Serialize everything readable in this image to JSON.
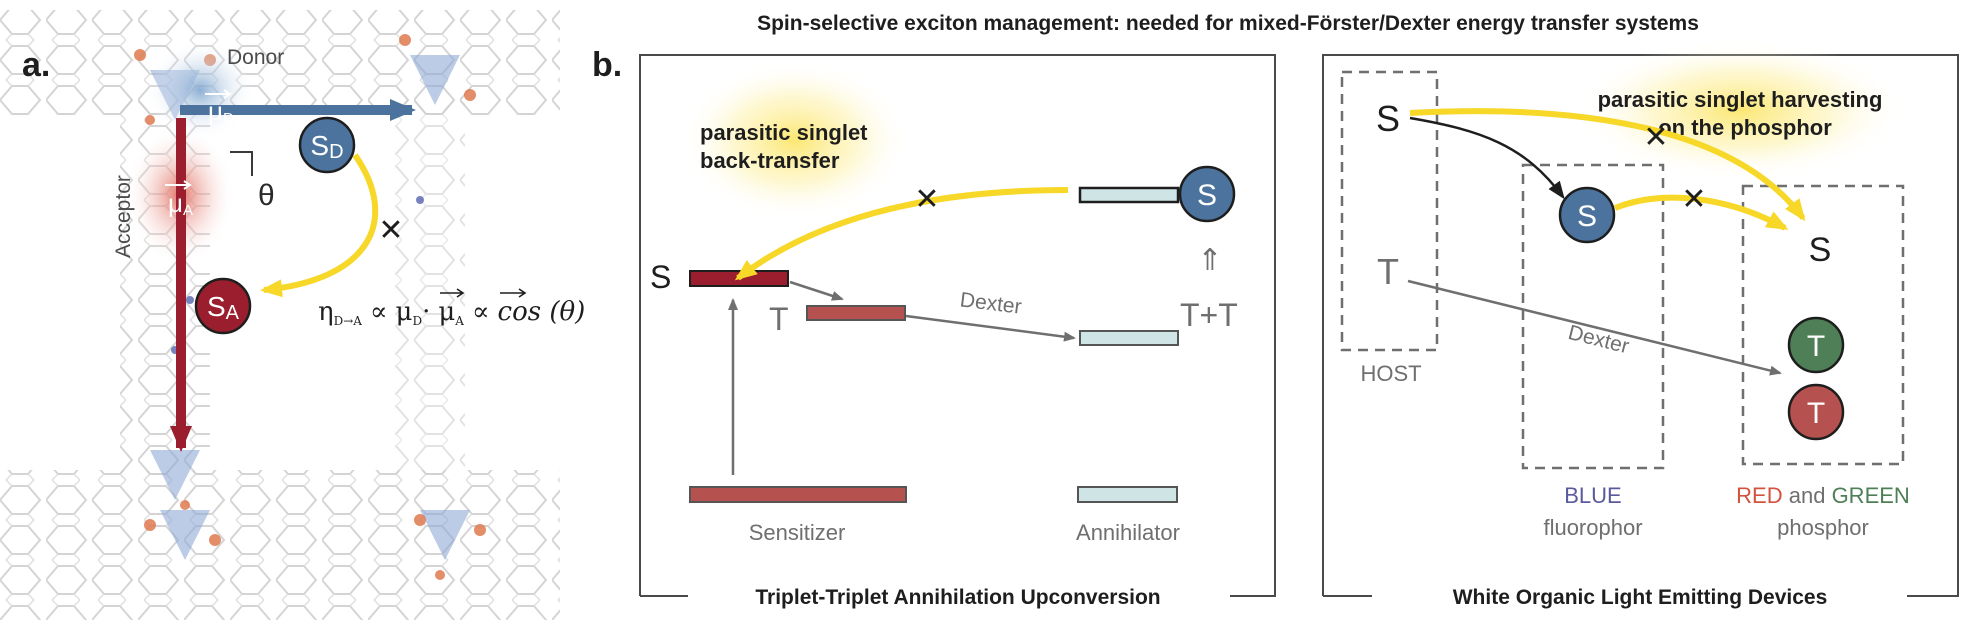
{
  "title": "Spin-selective exciton management: needed for mixed-Förster/Dexter energy transfer systems",
  "panel_a": {
    "label": "a.",
    "donor": "Donor",
    "acceptor": "Acceptor",
    "mu_d": "μ",
    "mu_d_sub": "D",
    "mu_a": "μ",
    "mu_a_sub": "A",
    "sd_main": "S",
    "sd_sub": "D",
    "sa_main": "S",
    "sa_sub": "A",
    "theta": "θ",
    "eq_eta": "η",
    "eq_eta_sub": "D→A",
    "eq_prop1": "∝",
    "eq_mu1": "μ",
    "eq_mu1_sub": "D",
    "eq_dot": "·",
    "eq_mu2": "μ",
    "eq_mu2_sub": "A",
    "eq_prop2": "∝",
    "eq_cos": "cos (θ)",
    "cross": "✕"
  },
  "panel_b": {
    "label": "b.",
    "ttau": {
      "caption": "Triplet-Triplet Annihilation Upconversion",
      "parasitic_line1": "parasitic singlet",
      "parasitic_line2": "back-transfer",
      "s_left": "S",
      "t_left": "T",
      "dexter": "Dexter",
      "s_circle": "S",
      "t_plus_t": "T+T",
      "double_arrow": "⇑",
      "sensitizer": "Sensitizer",
      "annihilator": "Annihilator",
      "cross": "✕"
    },
    "woled": {
      "caption": "White Organic Light Emitting Devices",
      "parasitic_line1": "parasitic singlet harvesting",
      "parasitic_line2": "on the phosphor",
      "host_s": "S",
      "host_t": "T",
      "host_label": "HOST",
      "blue_s": "S",
      "dexter": "Dexter",
      "phos_s": "S",
      "phos_t_green": "T",
      "phos_t_red": "T",
      "blue_word": "BLUE",
      "fluorophor": "fluorophor",
      "red_word": "RED",
      "and_word": " and ",
      "green_word": "GREEN",
      "phosphor": "phosphor",
      "cross1": "✕",
      "cross2": "✕"
    }
  },
  "colors": {
    "blue": "#4b739d",
    "red": "#9b1e2e",
    "brick": "#b5514f",
    "green": "#4f7f56",
    "cyan": "#cfe5e5",
    "yellow": "#f7d727",
    "gray": "#6f6f6f",
    "blue_text": "#5a5a9c",
    "red_text": "#d4533f",
    "green_text": "#4f7f56"
  }
}
